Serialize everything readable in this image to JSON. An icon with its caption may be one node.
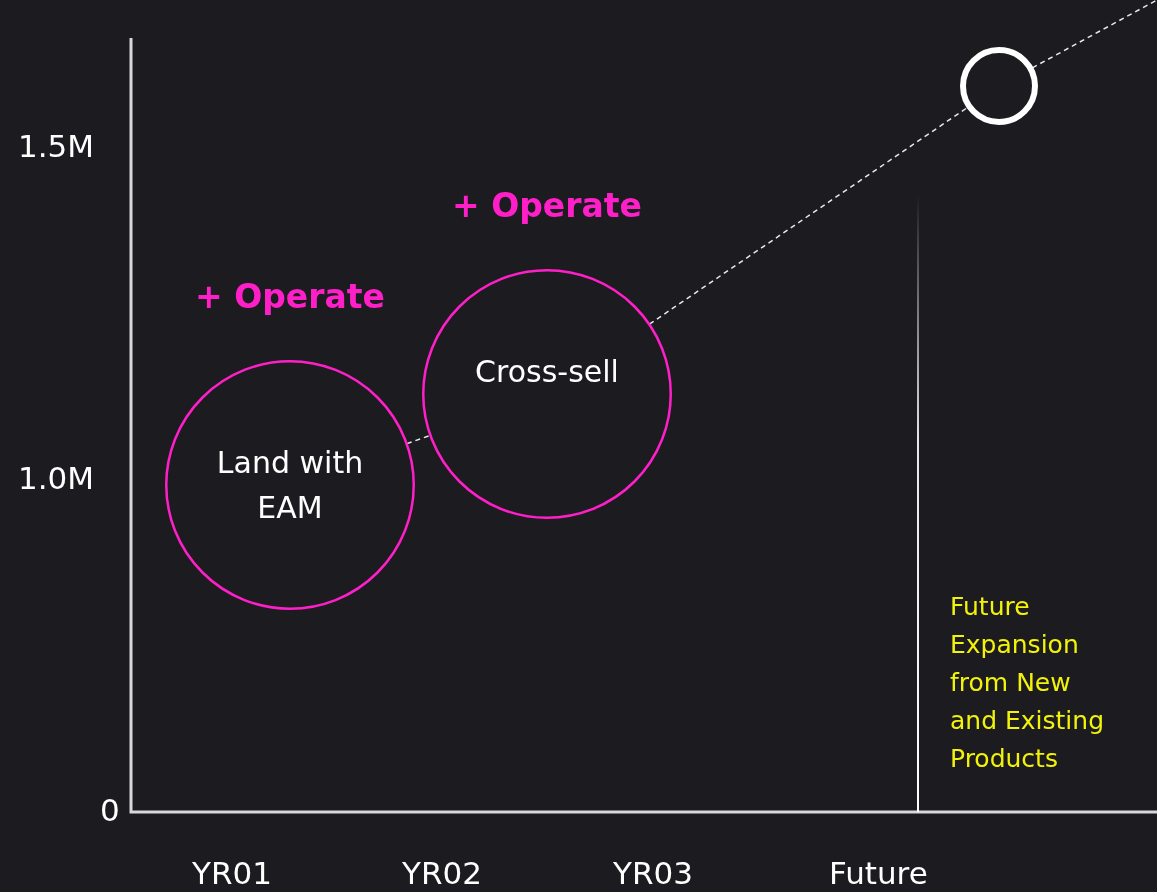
{
  "diagram": {
    "nodes": [
      {
        "text": [
          "+ Operate",
          "Land with EAM"
        ]
      },
      {
        "text": [
          "+ Operate",
          "Cross-sell"
        ]
      },
      {
        "text": [],
        "shape": "circle"
      }
    ],
    "edges": [
      {
        "from": 0,
        "to": 1,
        "arrow": "none",
        "style": "dashed"
      },
      {
        "from": 1,
        "to": 2,
        "arrow": "none",
        "style": "dashed"
      },
      {
        "from": 2,
        "to": null,
        "arrow": "none",
        "style": "dashed"
      }
    ],
    "labels": [
      "1.5M",
      "1.0M",
      "0",
      "Future Expansion from New and Existing Products",
      "YR01",
      "YR02",
      "YR03",
      "Future"
    ]
  }
}
